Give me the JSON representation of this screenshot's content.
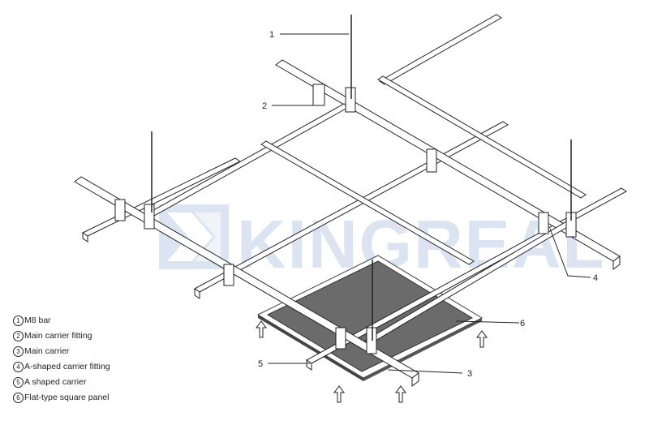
{
  "callouts": [
    "1",
    "2",
    "3",
    "4",
    "5",
    "6"
  ],
  "legend": [
    {
      "mark": "1",
      "text": "M8 bar"
    },
    {
      "mark": "2",
      "text": "Main carrier fitting"
    },
    {
      "mark": "3",
      "text": "Main carrier"
    },
    {
      "mark": "4",
      "text": "A-shaped carrier fitting"
    },
    {
      "mark": "5",
      "text": "A shaped carrier"
    },
    {
      "mark": "6",
      "text": "Flat-type square panel"
    }
  ],
  "watermark": {
    "text": "KINGREAL",
    "color": "#cfdcec"
  },
  "colors": {
    "line": "#222222",
    "panel": "#6b6b6b",
    "panel_edge": "#333333"
  },
  "icons": [
    "up-arrow-icon",
    "kingreal-logo-icon"
  ]
}
